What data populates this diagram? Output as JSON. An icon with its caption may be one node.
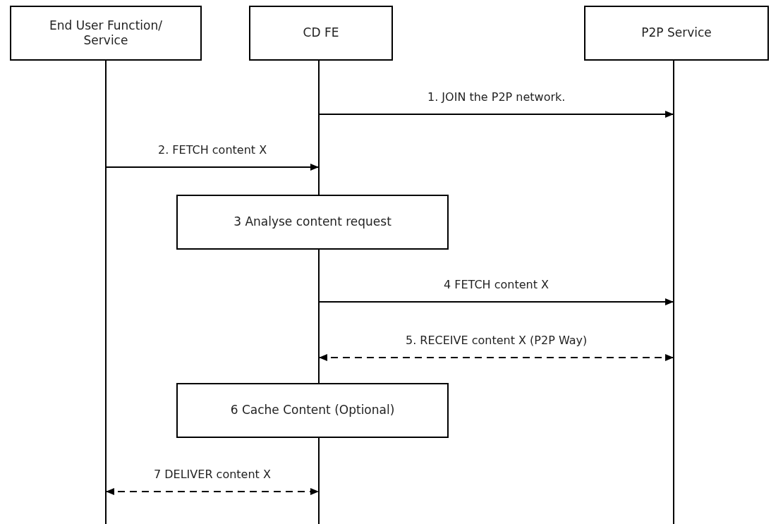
{
  "diagram": {
    "nodes": [
      {
        "text": [
          "End User Function/ Service"
        ]
      },
      {
        "text": [
          "CD FE"
        ]
      },
      {
        "text": [
          "P2P Service"
        ]
      },
      {
        "text": [
          "3 Analyse content request"
        ]
      },
      {
        "text": [
          "6 Cache Content (Optional)"
        ]
      }
    ],
    "edges": [
      {
        "from": 1,
        "to": 2,
        "arrow": "to",
        "label": "1. JOIN the P2P network."
      },
      {
        "from": 0,
        "to": 1,
        "arrow": "to",
        "label": "2. FETCH content X"
      },
      {
        "from": 1,
        "to": 2,
        "arrow": "to",
        "label": "4 FETCH content X"
      },
      {
        "from": 1,
        "to": 2,
        "arrow": "both",
        "style": "dashed",
        "label": "5. RECEIVE content X (P2P Way)"
      },
      {
        "from": 0,
        "to": 1,
        "arrow": "both",
        "style": "dashed",
        "label": "7 DELIVER content X"
      }
    ]
  }
}
